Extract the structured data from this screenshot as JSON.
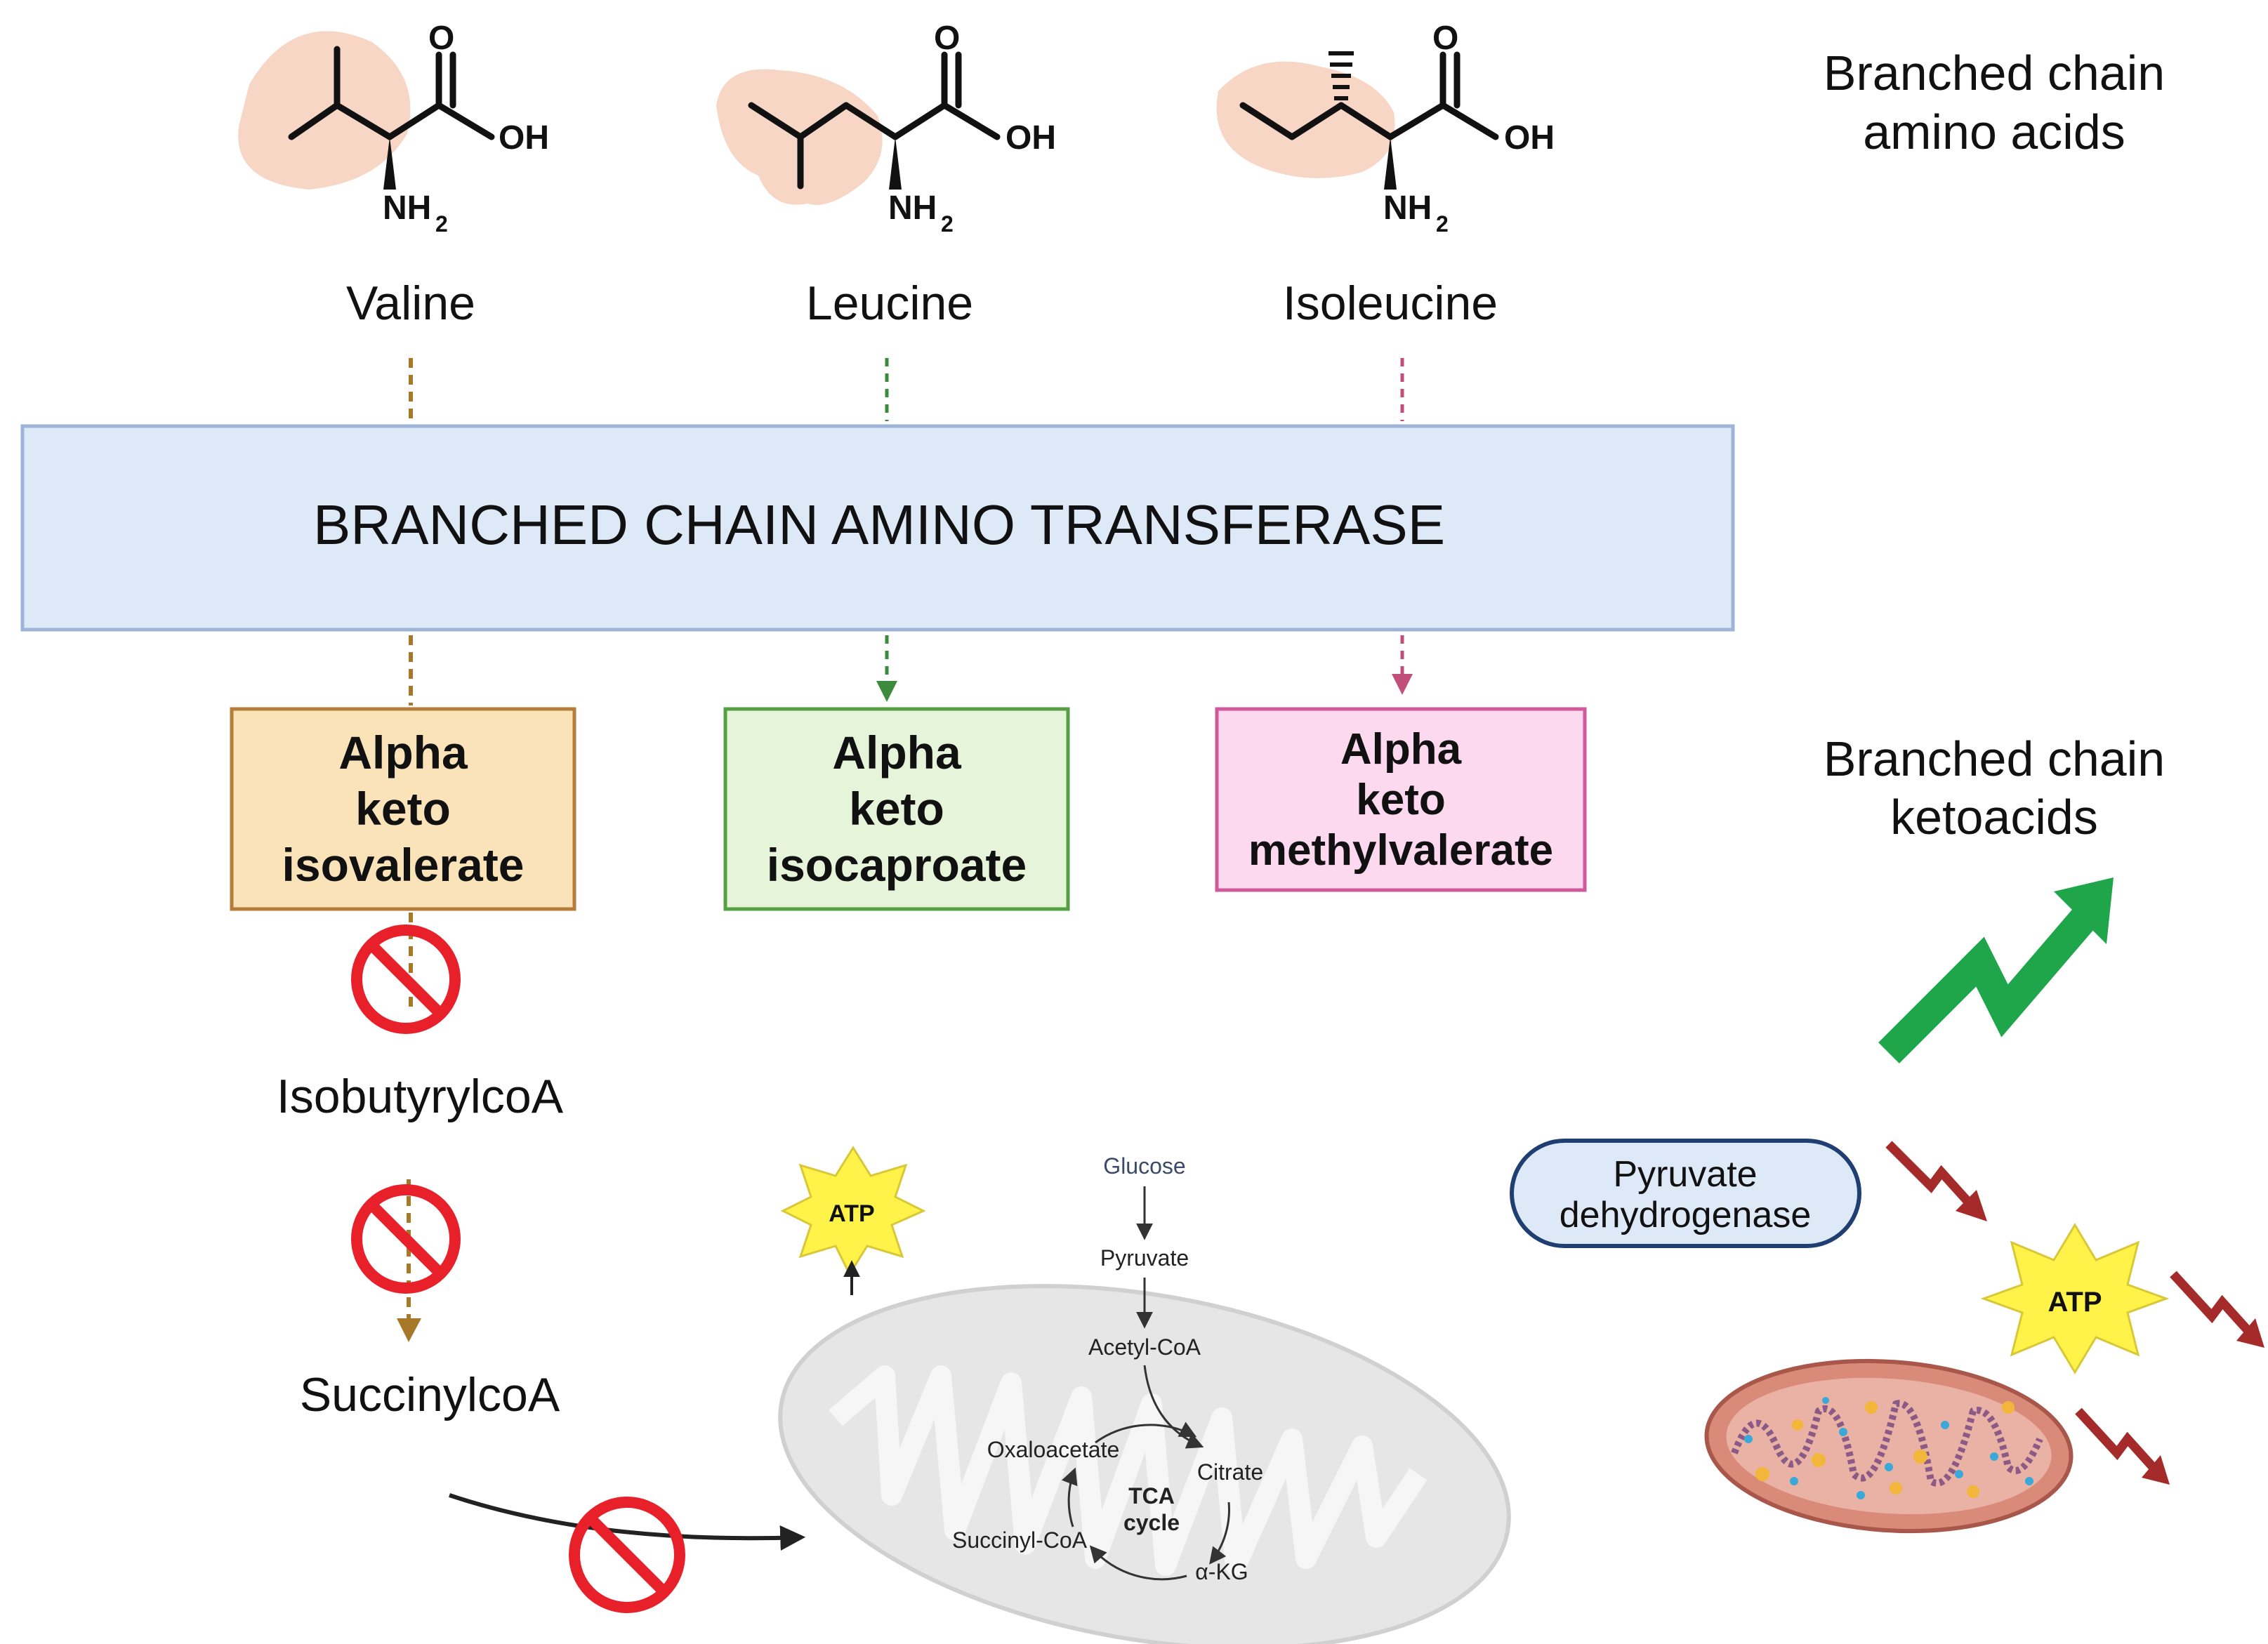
{
  "headers": {
    "amino_acids": [
      "Branched chain",
      "amino acids"
    ],
    "ketoacids": [
      "Branched chain",
      "ketoacids"
    ]
  },
  "chem_labels": {
    "oxygen": "O",
    "hydroxyl": "OH",
    "amine": "NH",
    "amine_subscript": "2"
  },
  "amino_acids": {
    "valine": "Valine",
    "leucine": "Leucine",
    "isoleucine": "Isoleucine"
  },
  "enzyme": "BRANCHED CHAIN AMINO TRANSFERASE",
  "ketoacids": {
    "valine": [
      "Alpha",
      "keto",
      "isovalerate"
    ],
    "leucine": [
      "Alpha",
      "keto",
      "isocaproate"
    ],
    "isoleucine": [
      "Alpha",
      "keto",
      "methylvalerate"
    ]
  },
  "downstream": {
    "isobutyryl": "IsobutyrylcoA",
    "succinyl": "SuccinylcoA"
  },
  "tca": {
    "glucose": "Glucose",
    "pyruvate": "Pyruvate",
    "acetyl_coa": "Acetyl-CoA",
    "citrate": "Citrate",
    "akg": "α-KG",
    "succinyl_coa": "Succinyl-CoA",
    "oxaloacetate": "Oxaloacetate",
    "cycle": [
      "TCA",
      "cycle"
    ]
  },
  "atp": "ATP",
  "pdh": [
    "Pyruvate",
    "dehydrogenase"
  ],
  "colors": {
    "valine_arrow": "#a8782a",
    "leucine_arrow": "#3c8a3c",
    "isoleucine_arrow": "#c0507a",
    "enzyme_fill": "#dde9f7",
    "enzyme_stroke": "#9db4d8",
    "valine_box_fill": "#fae3b8",
    "valine_box_stroke": "#b57c3a",
    "leucine_box_fill": "#e6f4da",
    "leucine_box_stroke": "#55a043",
    "isoleucine_box_fill": "#fcd9ee",
    "isoleucine_box_stroke": "#d2589c",
    "prohibit_red": "#e8202a",
    "up_arrow_green": "#1fa64a",
    "bolt_red": "#a52a2a",
    "atp_yellow": "#fff34a",
    "side_chain_highlight": "#f8d6c6"
  }
}
